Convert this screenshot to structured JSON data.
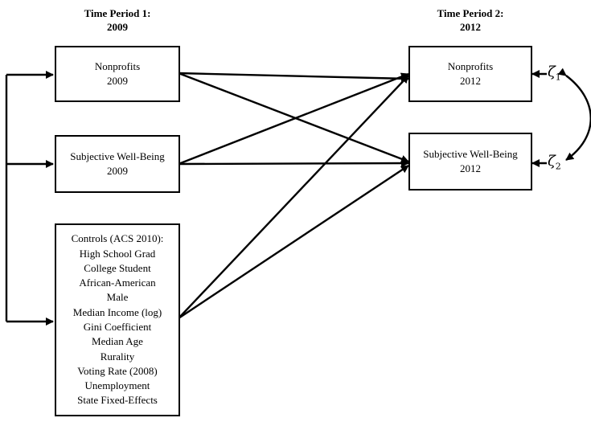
{
  "headers": {
    "period1": [
      "Time Period 1:",
      "2009"
    ],
    "period2": [
      "Time Period 2:",
      "2012"
    ]
  },
  "boxes": {
    "nonprofits_2009": [
      "Nonprofits",
      "2009"
    ],
    "swb_2009": [
      "Subjective Well-Being",
      "2009"
    ],
    "controls": [
      "Controls (ACS 2010):",
      "High School Grad",
      "College Student",
      "African-American",
      "Male",
      "Median Income (log)",
      "Gini Coefficient",
      "Median Age",
      "Rurality",
      "Voting Rate (2008)",
      "Unemployment",
      "State Fixed-Effects"
    ],
    "nonprofits_2012": [
      "Nonprofits",
      "2012"
    ],
    "swb_2012": [
      "Subjective Well-Being",
      "2012"
    ]
  },
  "disturbances": {
    "zeta1": {
      "symbol": "ζ",
      "subscript": "1"
    },
    "zeta2": {
      "symbol": "ζ",
      "subscript": "2"
    }
  }
}
